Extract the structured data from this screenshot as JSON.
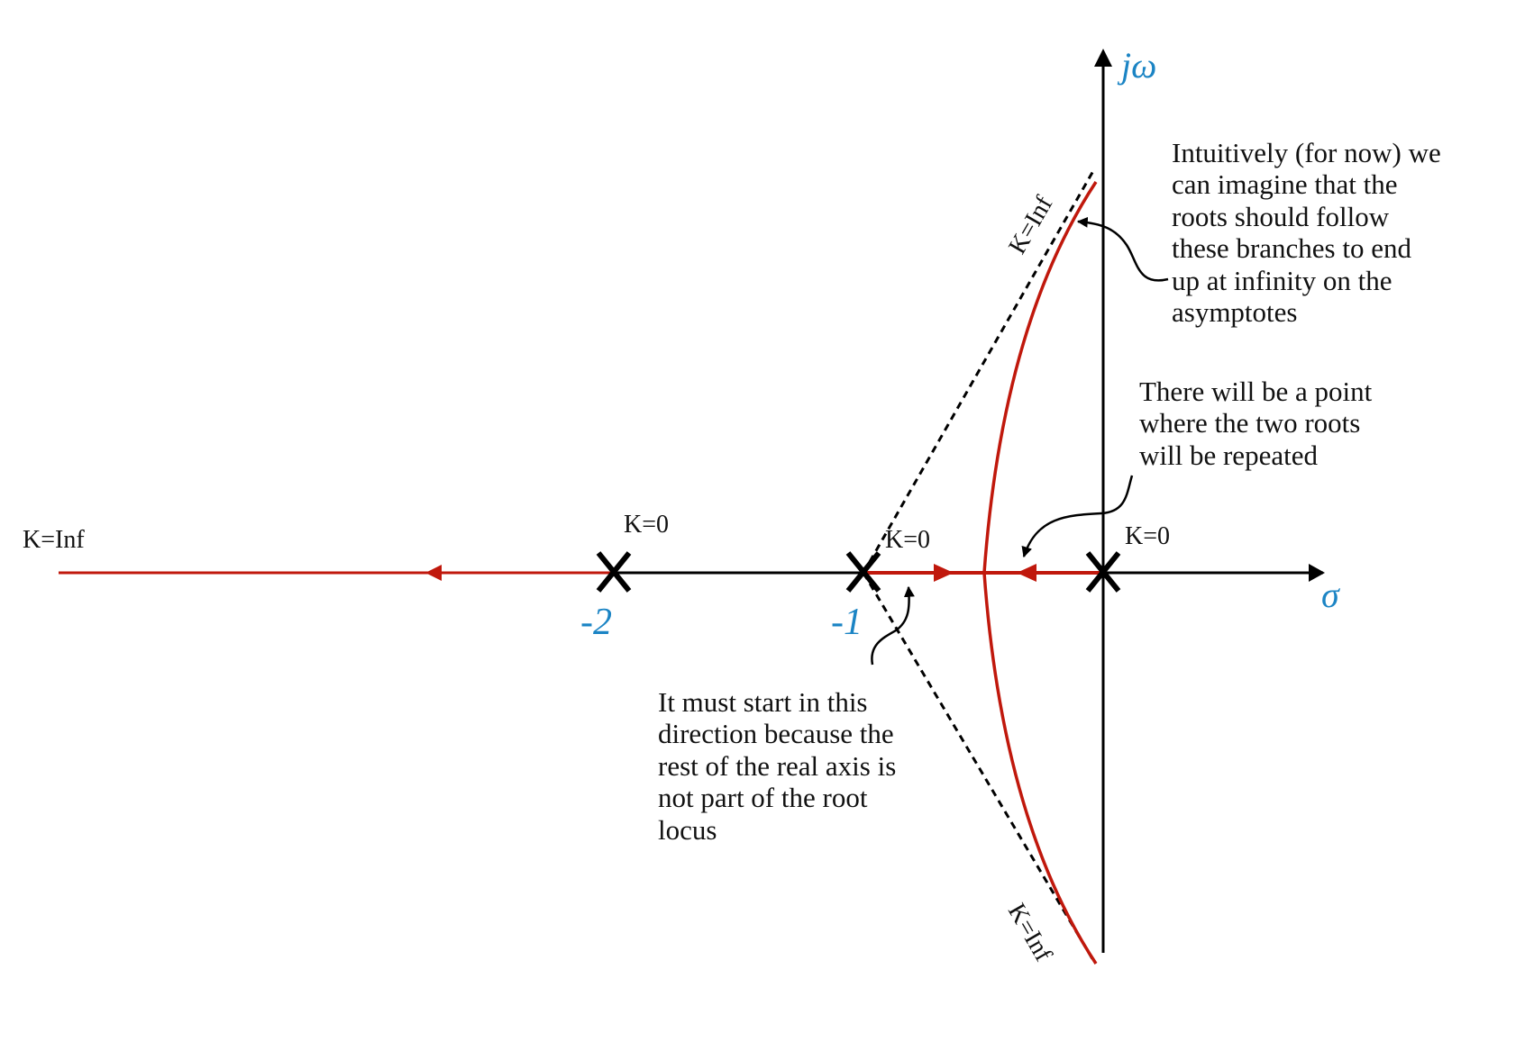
{
  "colors": {
    "locus": "#c0180c",
    "axis": "#000000",
    "label_blue": "#1b84c4",
    "text": "#111111"
  },
  "axes": {
    "imag_label": "jω",
    "real_label": "σ"
  },
  "poles": [
    {
      "value": "-2",
      "k_label": "K=0"
    },
    {
      "value": "-1",
      "k_label": "K=0"
    },
    {
      "value": "",
      "k_label": "K=0"
    }
  ],
  "k_inf_labels": {
    "left": "K=Inf",
    "upper_asymptote": "K=Inf",
    "lower_asymptote": "K=Inf"
  },
  "annotations": {
    "top_right": [
      "Intuitively (for now) we",
      "can imagine that the",
      "roots should follow",
      "these branches to end",
      "up at infinity on the",
      "asymptotes"
    ],
    "middle_right": [
      "There will be a point",
      "where the two roots",
      "will be repeated"
    ],
    "bottom": [
      "It must start in this",
      "direction because the",
      "rest of the real axis is",
      "not part of the root",
      "locus"
    ]
  }
}
